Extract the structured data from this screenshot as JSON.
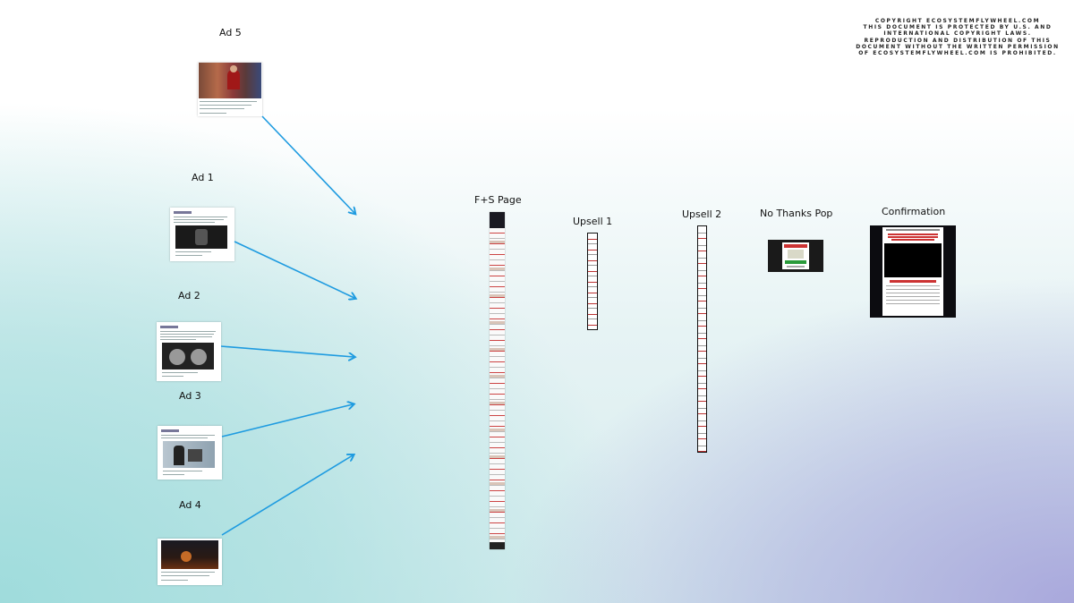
{
  "copyright": {
    "lines": [
      "COPYRIGHT ECOSYSTEMFLYWHEEL.COM",
      "THIS DOCUMENT IS PROTECTED BY U.S. AND",
      "INTERNATIONAL COPYRIGHT LAWS.",
      "REPRODUCTION AND DISTRIBUTION OF THIS",
      "DOCUMENT WITHOUT THE WRITTEN PERMISSION",
      "OF ECOSYSTEMFLYWHEEL.COM IS PROHIBITED."
    ]
  },
  "ads": [
    {
      "label": "Ad 5"
    },
    {
      "label": "Ad 1"
    },
    {
      "label": "Ad 2"
    },
    {
      "label": "Ad 3"
    },
    {
      "label": "Ad 4"
    }
  ],
  "pages": {
    "fs_page": "F+S Page",
    "upsell1": "Upsell 1",
    "upsell2": "Upsell 2",
    "no_thanks": "No Thanks Pop",
    "confirmation": "Confirmation"
  },
  "colors": {
    "arrow": "#1e9be0",
    "background_bottom_left": "#9fdcdc",
    "background_bottom_right": "#a9a8dc"
  }
}
